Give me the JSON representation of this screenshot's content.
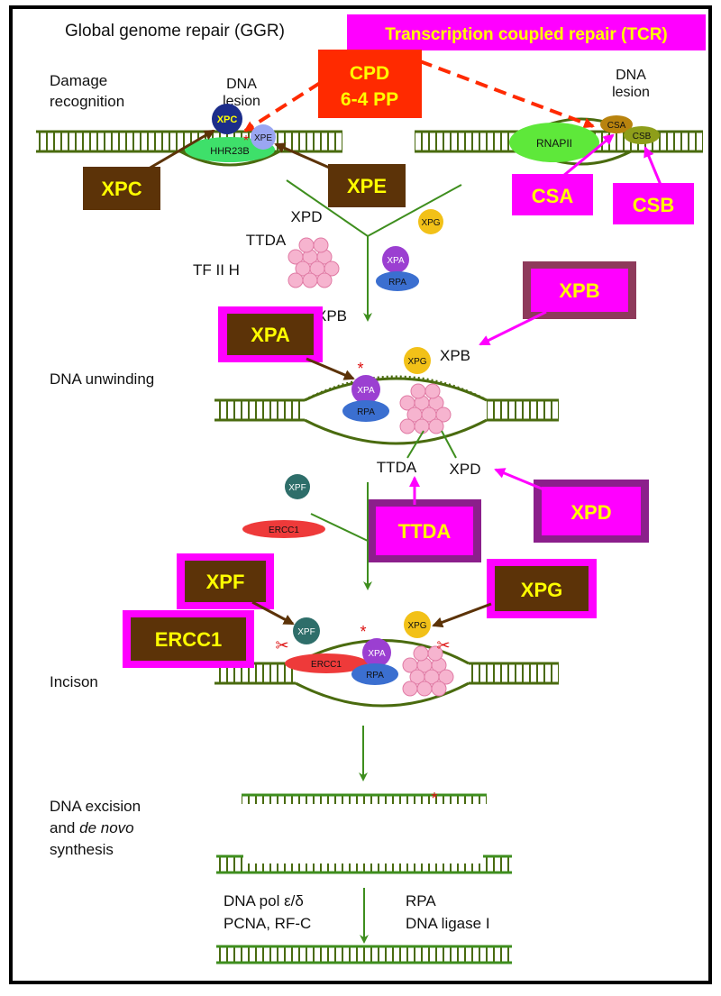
{
  "headers": {
    "ggr": "Global genome repair (GGR)",
    "tcr": "Transcription coupled repair (TCR)"
  },
  "stages": {
    "damage_recognition": [
      "Damage",
      "recognition"
    ],
    "unwinding": "DNA unwinding",
    "incision": "Incison",
    "excision": [
      "DNA excision",
      "and",
      "de novo",
      "synthesis"
    ]
  },
  "lesion": {
    "label_left": [
      "DNA",
      "lesion"
    ],
    "label_right": [
      "DNA",
      "lesion"
    ],
    "damage_types": [
      "CPD",
      "6-4 PP"
    ]
  },
  "proteins": {
    "xpc": "XPC",
    "xpe": "XPE",
    "hhr23b": "HHR23B",
    "rnapii": "RNAPII",
    "csa": "CSA",
    "csb": "CSB",
    "xpd": "XPD",
    "ttda": "TTDA",
    "tfiih": "TF II H",
    "xpb": "XPB",
    "xpg": "XPG",
    "xpa": "XPA",
    "rpa": "RPA",
    "xpf": "XPF",
    "ercc1": "ERCC1"
  },
  "highlight_labels": {
    "xpc": "XPC",
    "xpe": "XPE",
    "csa": "CSA",
    "csb": "CSB",
    "xpb": "XPB",
    "xpa": "XPA",
    "ttda": "TTDA",
    "xpd": "XPD",
    "xpf": "XPF",
    "ercc1": "ERCC1",
    "xpg": "XPG"
  },
  "synthesis": {
    "left": [
      "DNA pol ε/δ",
      "PCNA, RF-C"
    ],
    "right": [
      "RPA",
      "DNA ligase I"
    ]
  },
  "colors": {
    "dna": "#4a6b0f",
    "arrow_green": "#3e8e1e",
    "magenta": "#ff00ff",
    "brown": "#5c3308",
    "yellow_text": "#ffff00",
    "red_box": "#ff2a00",
    "xpa_purple": "#9b3fd1",
    "rpa_blue": "#3b6fd0",
    "xpg_yellow": "#f2c118",
    "xpf_teal": "#2e6e6a",
    "ercc1_red": "#ee3a3a",
    "tfiih_pink": "#f6b4cf"
  }
}
